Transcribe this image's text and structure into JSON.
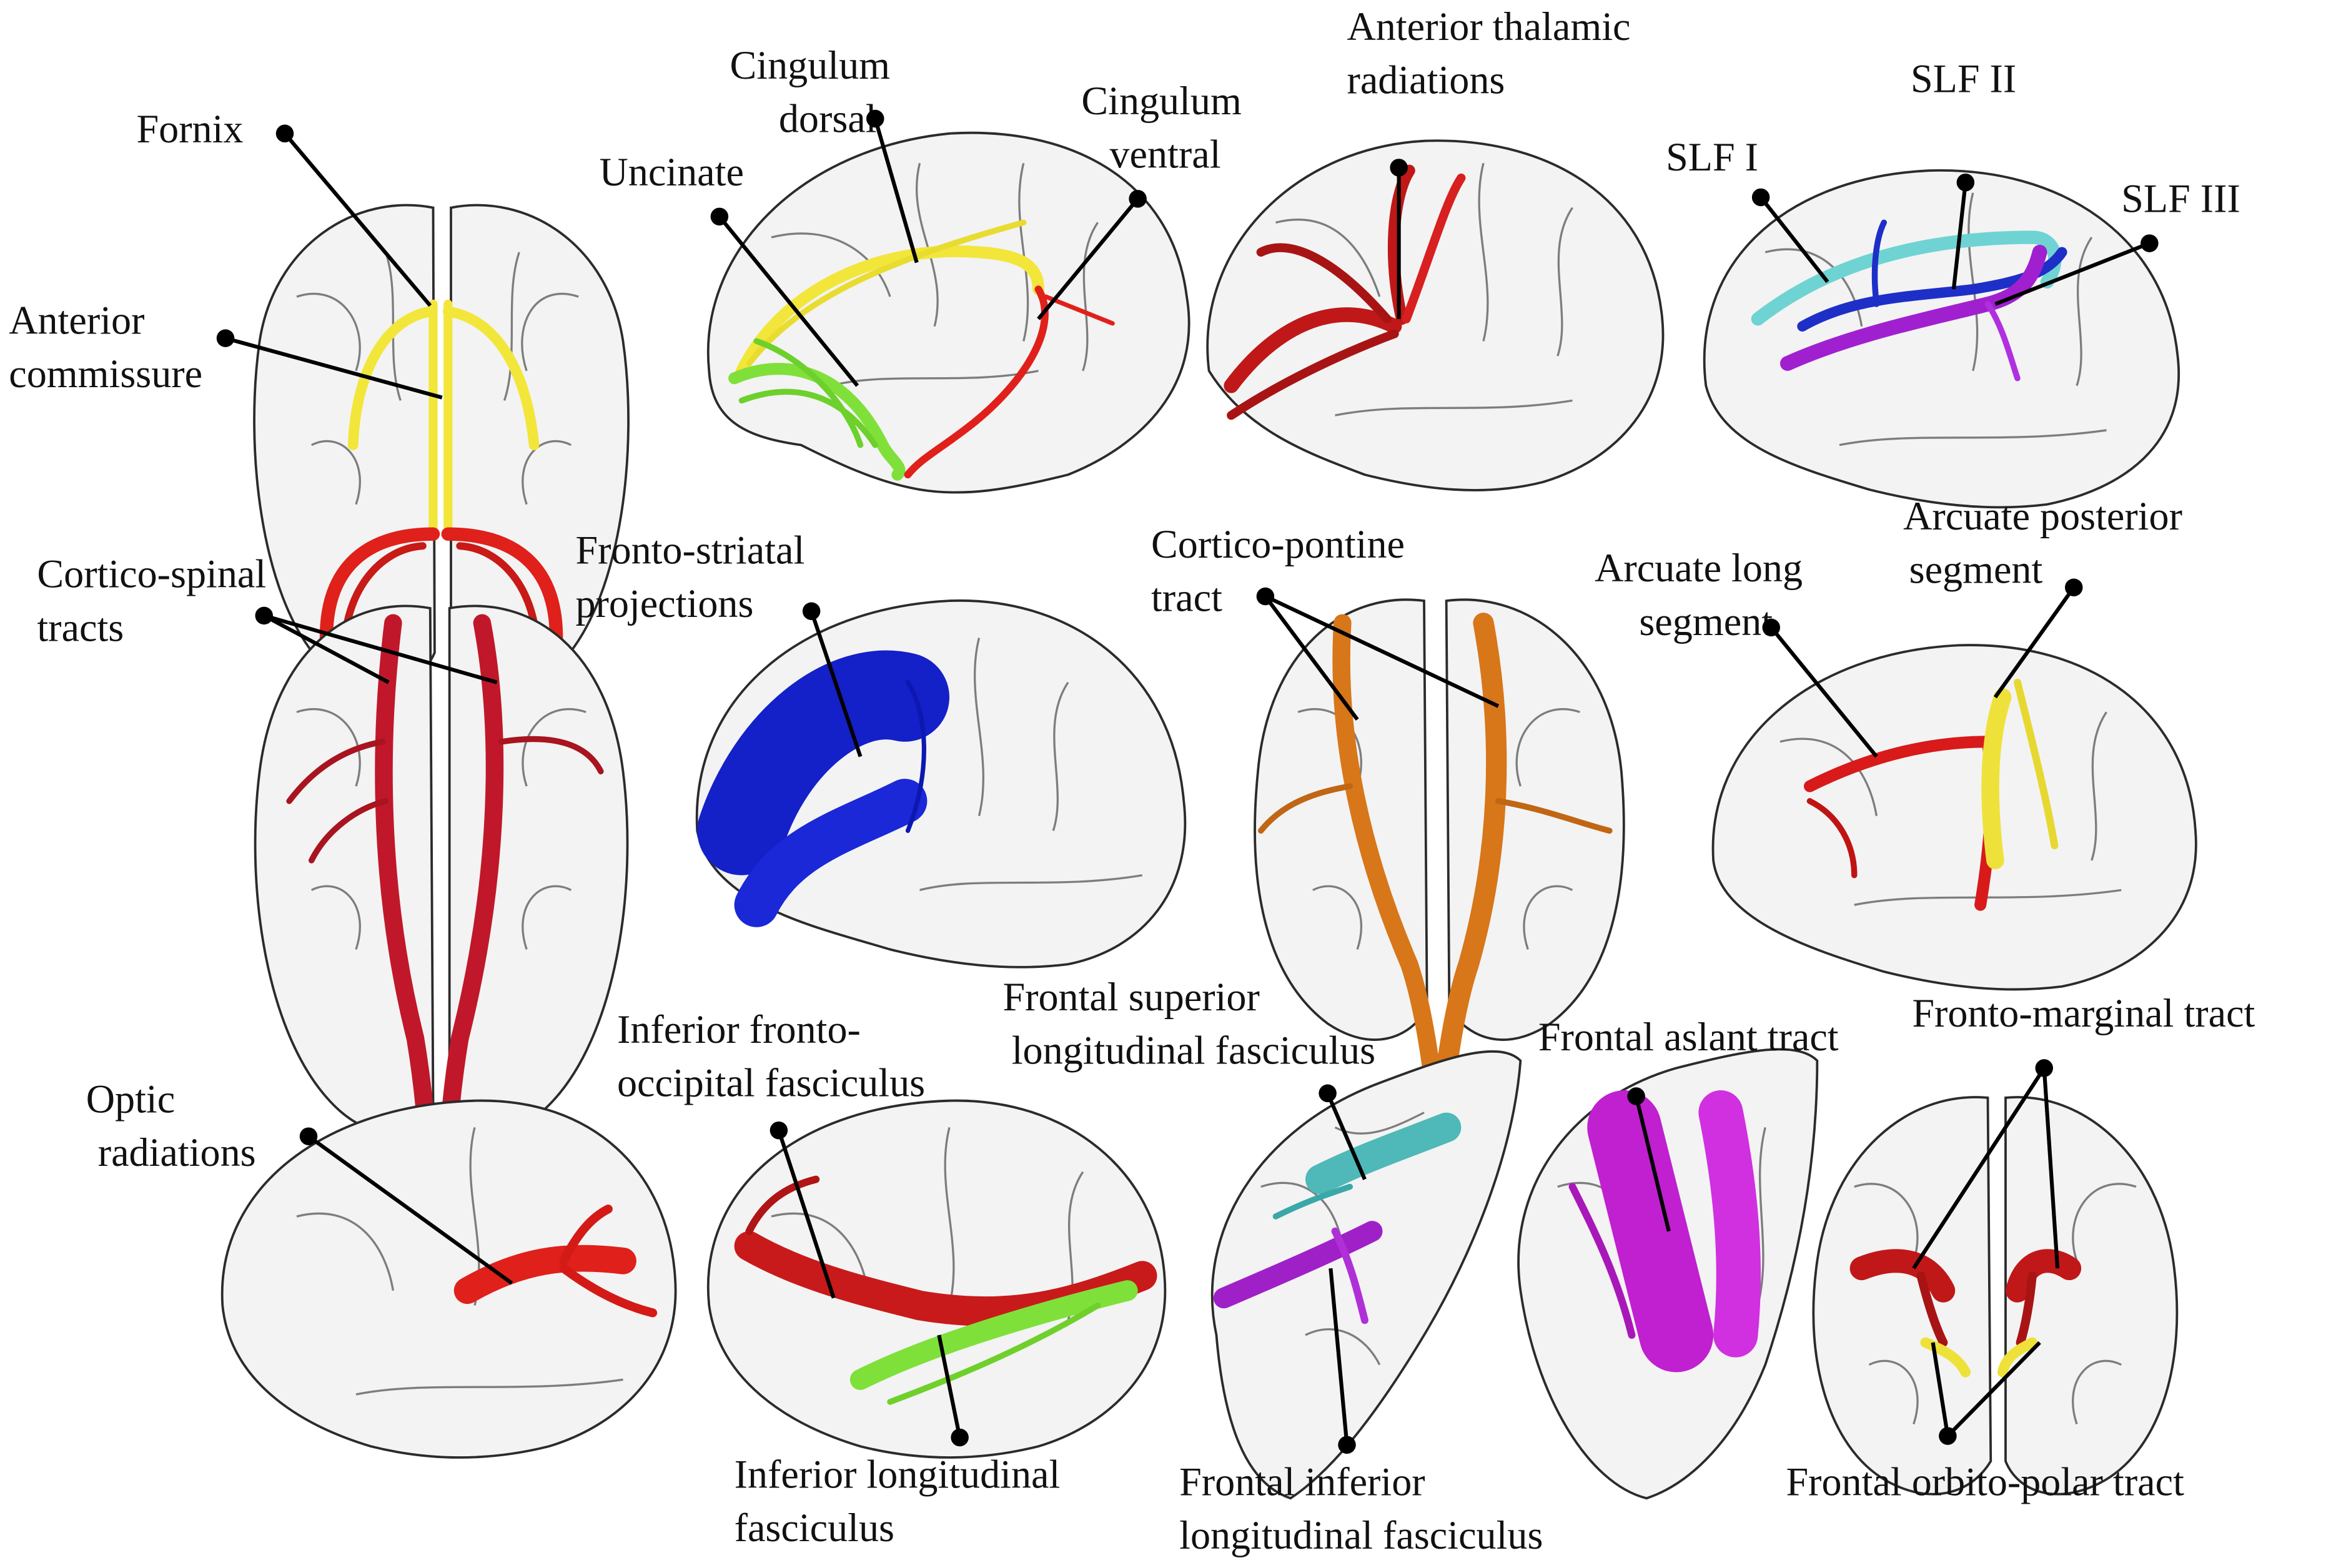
{
  "figure": {
    "title": "White matter tracts",
    "panels": [
      {
        "id": "fornix-ac",
        "view": "axial",
        "labels": [
          {
            "lines": [
              "Fornix"
            ],
            "color": "#f2e63a"
          },
          {
            "lines": [
              "Anterior",
              "commissure"
            ],
            "color": "#e0201a"
          }
        ]
      },
      {
        "id": "cingulum-uncinate",
        "view": "lateral",
        "labels": [
          {
            "lines": [
              "Cingulum",
              "dorsal"
            ],
            "color": "#f2e63a"
          },
          {
            "lines": [
              "Uncinate"
            ],
            "color": "#7fe03a"
          },
          {
            "lines": [
              "Cingulum",
              "ventral"
            ],
            "color": "#e0201a"
          }
        ]
      },
      {
        "id": "atr",
        "view": "lateral",
        "labels": [
          {
            "lines": [
              "Anterior thalamic",
              "radiations"
            ],
            "color": "#c01818"
          }
        ]
      },
      {
        "id": "slf",
        "view": "lateral",
        "labels": [
          {
            "lines": [
              "SLF I"
            ],
            "color": "#6fd3d3"
          },
          {
            "lines": [
              "SLF II"
            ],
            "color": "#1e2fc8"
          },
          {
            "lines": [
              "SLF III"
            ],
            "color": "#a020d0"
          }
        ]
      },
      {
        "id": "cst",
        "view": "axial",
        "labels": [
          {
            "lines": [
              "Cortico-spinal",
              "tracts"
            ],
            "color": "#c0182a"
          }
        ]
      },
      {
        "id": "fsp",
        "view": "lateral",
        "labels": [
          {
            "lines": [
              "Fronto-striatal",
              "projections"
            ],
            "color": "#1420c8"
          }
        ]
      },
      {
        "id": "cpt",
        "view": "axial",
        "labels": [
          {
            "lines": [
              "Cortico-pontine",
              "tract"
            ],
            "color": "#d8761a"
          }
        ]
      },
      {
        "id": "arcuate",
        "view": "lateral",
        "labels": [
          {
            "lines": [
              "Arcuate long",
              "segment"
            ],
            "color": "#d81a1a"
          },
          {
            "lines": [
              "Arcuate posterior",
              "segment"
            ],
            "color": "#eee23a"
          }
        ]
      },
      {
        "id": "optic",
        "view": "lateral",
        "labels": [
          {
            "lines": [
              "Optic",
              "radiations"
            ],
            "color": "#e0201a"
          }
        ]
      },
      {
        "id": "ifof-ilf",
        "view": "lateral",
        "labels": [
          {
            "lines": [
              "Inferior fronto-",
              "occipital fasciculus"
            ],
            "color": "#c81a1a"
          },
          {
            "lines": [
              "Inferior longitudinal",
              "fasciculus"
            ],
            "color": "#7fe03a"
          }
        ]
      },
      {
        "id": "fslf-filf",
        "view": "medial",
        "labels": [
          {
            "lines": [
              "Frontal superior",
              "longitudinal fasciculus"
            ],
            "color": "#4fb8b8"
          },
          {
            "lines": [
              "Frontal inferior",
              "longitudinal fasciculus"
            ],
            "color": "#a020c8"
          }
        ]
      },
      {
        "id": "fat",
        "view": "medial",
        "labels": [
          {
            "lines": [
              "Frontal aslant tract"
            ],
            "color": "#c020d0"
          }
        ]
      },
      {
        "id": "fmt-fop",
        "view": "frontal",
        "labels": [
          {
            "lines": [
              "Fronto-marginal tract"
            ],
            "color": "#c01818"
          },
          {
            "lines": [
              "Frontal orbito-polar tract"
            ],
            "color": "#eee23a"
          }
        ]
      }
    ]
  }
}
